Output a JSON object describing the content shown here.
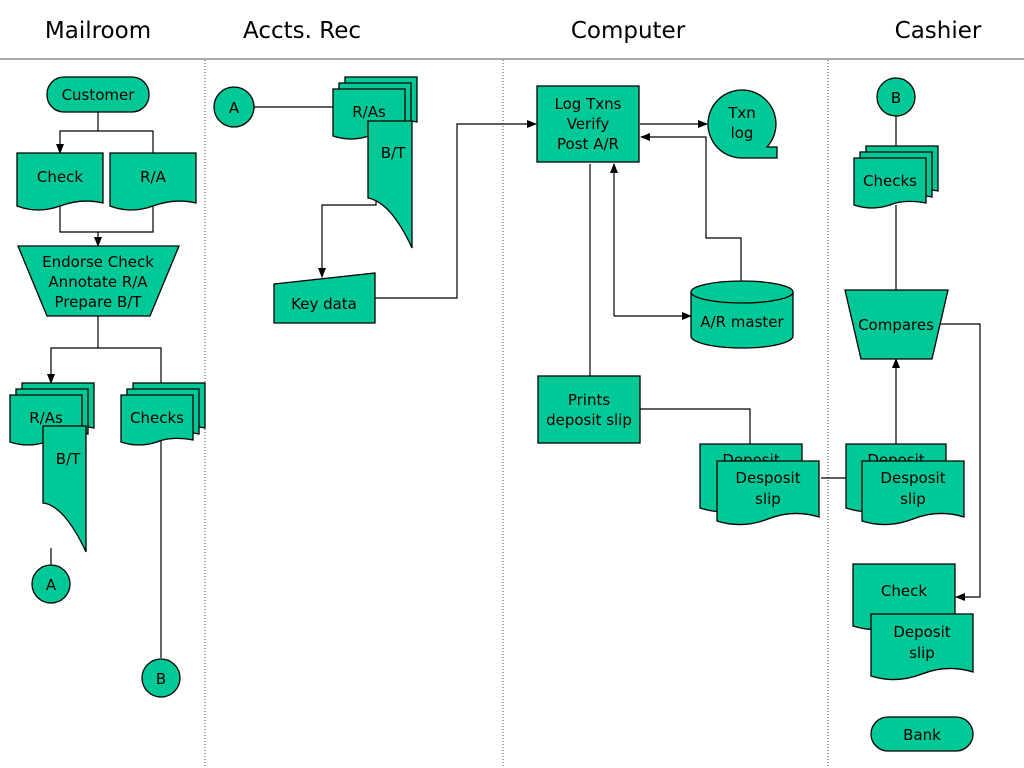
{
  "headers": {
    "mailroom": "Mailroom",
    "accts_rec": "Accts. Rec",
    "computer": "Computer",
    "cashier": "Cashier"
  },
  "mailroom": {
    "customer": "Customer",
    "check": "Check",
    "ra": "R/A",
    "endorse_1": "Endorse Check",
    "endorse_2": "Annotate R/A",
    "endorse_3": "Prepare B/T",
    "ras": "R/As",
    "bt": "B/T",
    "checks": "Checks",
    "conn_a": "A",
    "conn_b": "B"
  },
  "accts_rec": {
    "conn_a": "A",
    "ras": "R/As",
    "bt": "B/T",
    "key_data": "Key data"
  },
  "computer": {
    "process_1": "Log Txns",
    "process_2": "Verify",
    "process_3": "Post A/R",
    "txn_log_1": "Txn",
    "txn_log_2": "log",
    "ar_master": "A/R master",
    "prints_1": "Prints",
    "prints_2": "deposit slip",
    "slip_back": "Deposit",
    "slip_1": "Desposit",
    "slip_2": "slip"
  },
  "cashier": {
    "conn_b": "B",
    "checks": "Checks",
    "compares": "Compares",
    "slip_back": "Deposit",
    "slip_1": "Desposit",
    "slip_2": "slip",
    "check": "Check",
    "deposit_1": "Deposit",
    "deposit_2": "slip",
    "bank": "Bank"
  },
  "colors": {
    "shape_fill": "#00c896",
    "stroke": "#000000"
  }
}
